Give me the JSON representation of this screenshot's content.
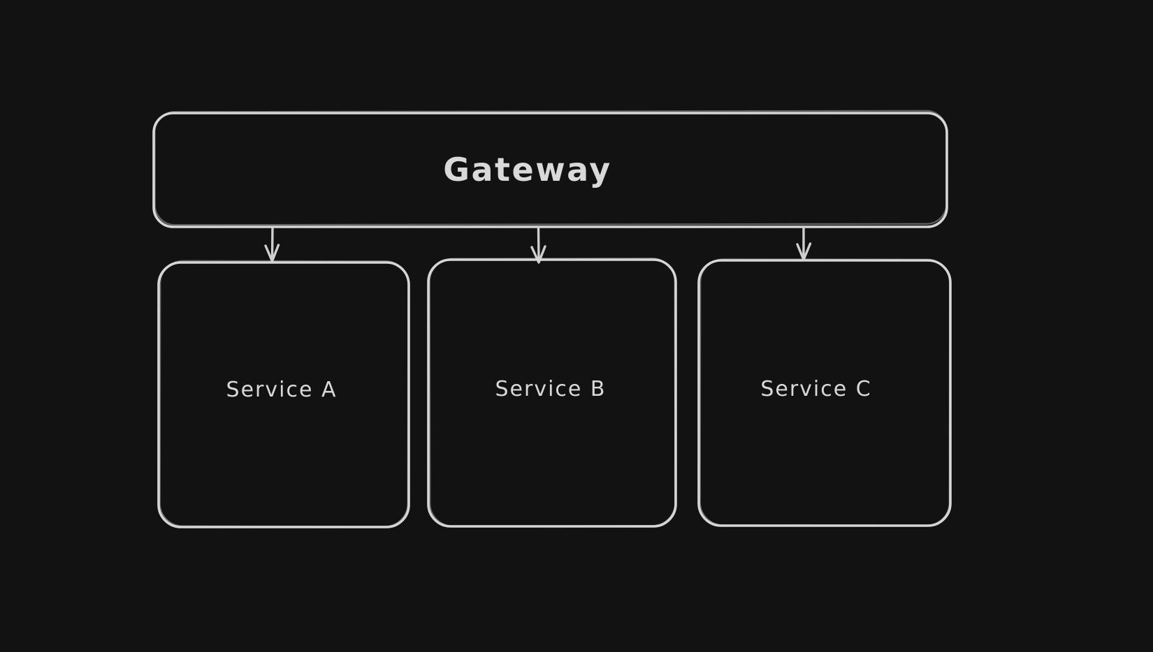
{
  "theme": {
    "background": "#121212",
    "stroke": "#d6d6d6",
    "text": "#d9d9d9"
  },
  "diagram": {
    "type": "flowchart",
    "nodes": [
      {
        "id": "gateway",
        "label": "Gateway"
      },
      {
        "id": "service-a",
        "label": "Service A"
      },
      {
        "id": "service-b",
        "label": "Service B"
      },
      {
        "id": "service-c",
        "label": "Service C"
      }
    ],
    "edges": [
      {
        "from": "Gateway",
        "to": "Service A",
        "style": "arrow-down"
      },
      {
        "from": "Gateway",
        "to": "Service B",
        "style": "arrow-down"
      },
      {
        "from": "Gateway",
        "to": "Service C",
        "style": "arrow-down"
      }
    ]
  }
}
